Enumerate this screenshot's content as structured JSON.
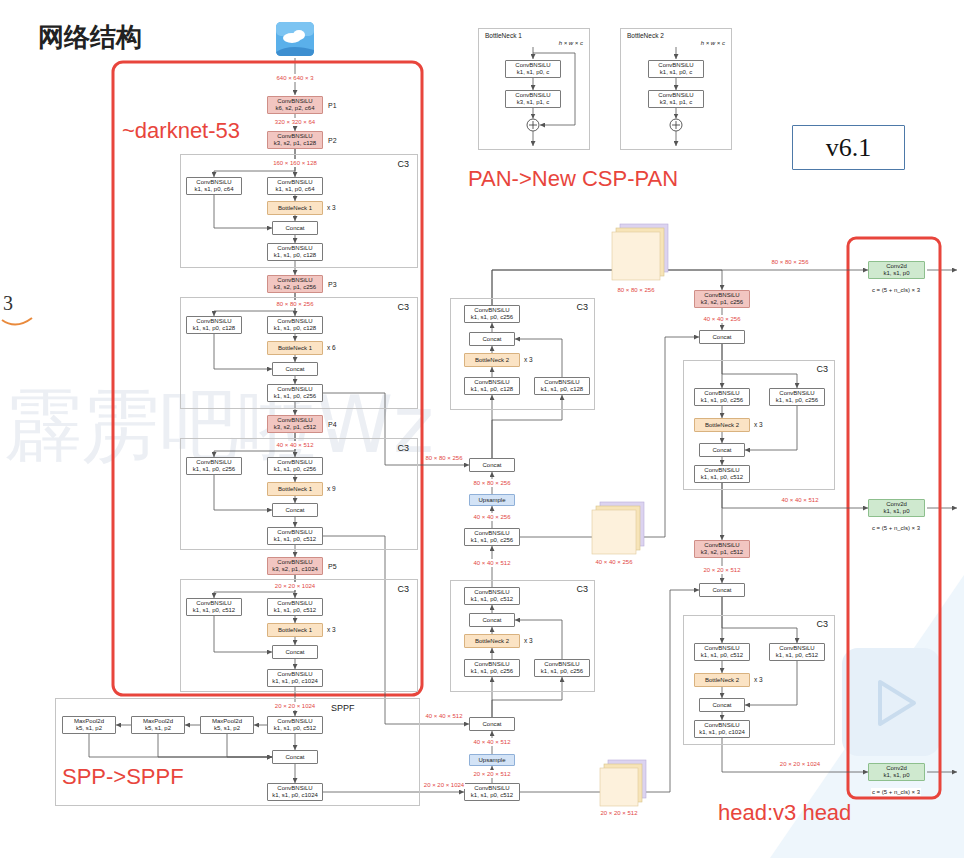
{
  "diagram": {
    "title": "网络结构",
    "nodes": [
      {
        "text": [
          "BottleNeck 1",
          "h × w × c"
        ]
      },
      {
        "text": [
          "ConvBNSiLU",
          "k1, s1, p0, c"
        ],
        "in": 0
      },
      {
        "text": [
          "ConvBNSiLU",
          "k3, s1, p1, c"
        ],
        "in": 0
      },
      {
        "text": [
          "BottleNeck 2",
          "h × w × c"
        ]
      },
      {
        "text": [
          "ConvBNSiLU",
          "k1, s1, p0, c"
        ],
        "in": 3
      },
      {
        "text": [
          "ConvBNSiLU",
          "k3, s1, p1, c"
        ],
        "in": 3
      },
      {
        "text": [
          "v6.1"
        ]
      },
      {
        "text": [
          "ConvBNSiLU",
          "k6, s2, p2, c64"
        ]
      },
      {
        "text": [
          "ConvBNSiLU",
          "k3, s2, p1, c128"
        ]
      },
      {
        "text": [
          "C3"
        ]
      },
      {
        "text": [
          "ConvBNSiLU",
          "k1, s1, p0, c64"
        ],
        "in": 9
      },
      {
        "text": [
          "ConvBNSiLU",
          "k1, s1, p0, c64"
        ],
        "in": 9
      },
      {
        "text": [
          "BottleNeck 1"
        ],
        "in": 9
      },
      {
        "text": [
          "Concat"
        ],
        "in": 9
      },
      {
        "text": [
          "ConvBNSiLU",
          "k1, s1, p0, c128"
        ],
        "in": 9
      },
      {
        "text": [
          "ConvBNSiLU",
          "k3, s2, p1, c256"
        ]
      },
      {
        "text": [
          "C3"
        ]
      },
      {
        "text": [
          "ConvBNSiLU",
          "k1, s1, p0, c128"
        ],
        "in": 16
      },
      {
        "text": [
          "ConvBNSiLU",
          "k1, s1, p0, c128"
        ],
        "in": 16
      },
      {
        "text": [
          "BottleNeck 1"
        ],
        "in": 16
      },
      {
        "text": [
          "Concat"
        ],
        "in": 16
      },
      {
        "text": [
          "ConvBNSiLU",
          "k1, s1, p0, c256"
        ],
        "in": 16
      },
      {
        "text": [
          "ConvBNSiLU",
          "k3, s2, p1, c512"
        ]
      },
      {
        "text": [
          "C3"
        ]
      },
      {
        "text": [
          "ConvBNSiLU",
          "k1, s1, p0, c256"
        ],
        "in": 23
      },
      {
        "text": [
          "ConvBNSiLU",
          "k1, s1, p0, c256"
        ],
        "in": 23
      },
      {
        "text": [
          "BottleNeck 1"
        ],
        "in": 23
      },
      {
        "text": [
          "Concat"
        ],
        "in": 23
      },
      {
        "text": [
          "ConvBNSiLU",
          "k1, s1, p0, c512"
        ],
        "in": 23
      },
      {
        "text": [
          "ConvBNSiLU",
          "k3, s2, p1, c1024"
        ]
      },
      {
        "text": [
          "C3"
        ]
      },
      {
        "text": [
          "ConvBNSiLU",
          "k1, s1, p0, c512"
        ],
        "in": 30
      },
      {
        "text": [
          "ConvBNSiLU",
          "k1, s1, p0, c512"
        ],
        "in": 30
      },
      {
        "text": [
          "BottleNeck 1"
        ],
        "in": 30
      },
      {
        "text": [
          "Concat"
        ],
        "in": 30
      },
      {
        "text": [
          "ConvBNSiLU",
          "k1, s1, p0, c1024"
        ],
        "in": 30
      },
      {
        "text": [
          "SPPF"
        ]
      },
      {
        "text": [
          "MaxPool2d",
          "k5, s1, p2"
        ],
        "in": 36
      },
      {
        "text": [
          "MaxPool2d",
          "k5, s1, p2"
        ],
        "in": 36
      },
      {
        "text": [
          "MaxPool2d",
          "k5, s1, p2"
        ],
        "in": 36
      },
      {
        "text": [
          "ConvBNSiLU",
          "k1, s1, p0, c512"
        ],
        "in": 36
      },
      {
        "text": [
          "Concat"
        ],
        "in": 36
      },
      {
        "text": [
          "ConvBNSiLU",
          "k1, s1, p0, c1024"
        ],
        "in": 36
      },
      {
        "text": [
          "C3"
        ]
      },
      {
        "text": [
          "ConvBNSiLU",
          "k1, s1, p0, c256"
        ],
        "in": 43
      },
      {
        "text": [
          "Concat"
        ],
        "in": 43
      },
      {
        "text": [
          "BottleNeck 2"
        ],
        "in": 43
      },
      {
        "text": [
          "ConvBNSiLU",
          "k1, s1, p0, c128"
        ],
        "in": 43
      },
      {
        "text": [
          "ConvBNSiLU",
          "k1, s1, p0, c128"
        ],
        "in": 43
      },
      {
        "text": [
          "Concat"
        ]
      },
      {
        "text": [
          "Upsample"
        ]
      },
      {
        "text": [
          "ConvBNSiLU",
          "k1, s1, p0, c256"
        ]
      },
      {
        "text": [
          "C3"
        ]
      },
      {
        "text": [
          "ConvBNSiLU",
          "k1, s1, p0, c512"
        ],
        "in": 52
      },
      {
        "text": [
          "Concat"
        ],
        "in": 52
      },
      {
        "text": [
          "BottleNeck 2"
        ],
        "in": 52
      },
      {
        "text": [
          "ConvBNSiLU",
          "k1, s1, p0, c256"
        ],
        "in": 52
      },
      {
        "text": [
          "ConvBNSiLU",
          "k1, s1, p0, c256"
        ],
        "in": 52
      },
      {
        "text": [
          "Concat"
        ]
      },
      {
        "text": [
          "Upsample"
        ]
      },
      {
        "text": [
          "ConvBNSiLU",
          "k1, s1, p0, c512"
        ]
      },
      {
        "text": [
          "ConvBNSiLU",
          "k3, s2, p1, c256"
        ]
      },
      {
        "text": [
          "Concat"
        ]
      },
      {
        "text": [
          "C3"
        ]
      },
      {
        "text": [
          "ConvBNSiLU",
          "k1, s1, p0, c256"
        ],
        "in": 63
      },
      {
        "text": [
          "ConvBNSiLU",
          "k1, s1, p0, c256"
        ],
        "in": 63
      },
      {
        "text": [
          "BottleNeck 2"
        ],
        "in": 63
      },
      {
        "text": [
          "Concat"
        ],
        "in": 63
      },
      {
        "text": [
          "ConvBNSiLU",
          "k1, s1, p0, c512"
        ],
        "in": 63
      },
      {
        "text": [
          "ConvBNSiLU",
          "k3, s2, p1, c512"
        ]
      },
      {
        "text": [
          "Concat"
        ]
      },
      {
        "text": [
          "C3"
        ]
      },
      {
        "text": [
          "ConvBNSiLU",
          "k1, s1, p0, c512"
        ],
        "in": 71
      },
      {
        "text": [
          "ConvBNSiLU",
          "k1, s1, p0, c512"
        ],
        "in": 71
      },
      {
        "text": [
          "BottleNeck 2"
        ],
        "in": 71
      },
      {
        "text": [
          "Concat"
        ],
        "in": 71
      },
      {
        "text": [
          "ConvBNSiLU",
          "k1, s1, p0, c1024"
        ],
        "in": 71
      },
      {
        "text": [
          "Conv2d",
          "k1, s1, p0"
        ]
      },
      {
        "text": [
          "Conv2d",
          "k1, s1, p0"
        ]
      },
      {
        "text": [
          "Conv2d",
          "k1, s1, p0"
        ]
      }
    ],
    "edges": [
      {
        "from": 1,
        "to": 2,
        "arrow": "to"
      },
      {
        "from": 4,
        "to": 5,
        "arrow": "to"
      },
      {
        "from": 7,
        "to": 8,
        "arrow": "to"
      },
      {
        "from": 8,
        "to": 10,
        "arrow": "to"
      },
      {
        "from": 8,
        "to": 11,
        "arrow": "to"
      },
      {
        "from": 10,
        "to": 13,
        "arrow": "to"
      },
      {
        "from": 11,
        "to": 12,
        "arrow": "to"
      },
      {
        "from": 12,
        "to": 13,
        "arrow": "to"
      },
      {
        "from": 13,
        "to": 14,
        "arrow": "to"
      },
      {
        "from": 14,
        "to": 15,
        "arrow": "to"
      },
      {
        "from": 15,
        "to": 17,
        "arrow": "to"
      },
      {
        "from": 15,
        "to": 18,
        "arrow": "to"
      },
      {
        "from": 17,
        "to": 20,
        "arrow": "to"
      },
      {
        "from": 18,
        "to": 19,
        "arrow": "to"
      },
      {
        "from": 19,
        "to": 20,
        "arrow": "to"
      },
      {
        "from": 20,
        "to": 21,
        "arrow": "to"
      },
      {
        "from": 21,
        "to": 22,
        "arrow": "to"
      },
      {
        "from": 21,
        "to": 49,
        "arrow": "to"
      },
      {
        "from": 22,
        "to": 24,
        "arrow": "to"
      },
      {
        "from": 22,
        "to": 25,
        "arrow": "to"
      },
      {
        "from": 24,
        "to": 27,
        "arrow": "to"
      },
      {
        "from": 25,
        "to": 26,
        "arrow": "to"
      },
      {
        "from": 26,
        "to": 27,
        "arrow": "to"
      },
      {
        "from": 27,
        "to": 28,
        "arrow": "to"
      },
      {
        "from": 28,
        "to": 29,
        "arrow": "to"
      },
      {
        "from": 28,
        "to": 58,
        "arrow": "to"
      },
      {
        "from": 29,
        "to": 31,
        "arrow": "to"
      },
      {
        "from": 29,
        "to": 32,
        "arrow": "to"
      },
      {
        "from": 31,
        "to": 34,
        "arrow": "to"
      },
      {
        "from": 32,
        "to": 33,
        "arrow": "to"
      },
      {
        "from": 33,
        "to": 34,
        "arrow": "to"
      },
      {
        "from": 34,
        "to": 35,
        "arrow": "to"
      },
      {
        "from": 35,
        "to": 40,
        "arrow": "to"
      },
      {
        "from": 40,
        "to": 39,
        "arrow": "to"
      },
      {
        "from": 39,
        "to": 38,
        "arrow": "to"
      },
      {
        "from": 38,
        "to": 37,
        "arrow": "to"
      },
      {
        "from": 40,
        "to": 41,
        "arrow": "to"
      },
      {
        "from": 39,
        "to": 41,
        "arrow": "to"
      },
      {
        "from": 38,
        "to": 41,
        "arrow": "to"
      },
      {
        "from": 37,
        "to": 41,
        "arrow": "to"
      },
      {
        "from": 41,
        "to": 42,
        "arrow": "to"
      },
      {
        "from": 42,
        "to": 60,
        "arrow": "to"
      },
      {
        "from": 60,
        "to": 59,
        "arrow": "to"
      },
      {
        "from": 59,
        "to": 58,
        "arrow": "to"
      },
      {
        "from": 58,
        "to": 56,
        "arrow": "to"
      },
      {
        "from": 58,
        "to": 57,
        "arrow": "to"
      },
      {
        "from": 56,
        "to": 55,
        "arrow": "to"
      },
      {
        "from": 55,
        "to": 54,
        "arrow": "to"
      },
      {
        "from": 57,
        "to": 54,
        "arrow": "to"
      },
      {
        "from": 54,
        "to": 53,
        "arrow": "to"
      },
      {
        "from": 53,
        "to": 51,
        "arrow": "to"
      },
      {
        "from": 51,
        "to": 50,
        "arrow": "to"
      },
      {
        "from": 51,
        "to": 62,
        "arrow": "to"
      },
      {
        "from": 50,
        "to": 49,
        "arrow": "to"
      },
      {
        "from": 49,
        "to": 47,
        "arrow": "to"
      },
      {
        "from": 49,
        "to": 48,
        "arrow": "to"
      },
      {
        "from": 47,
        "to": 46,
        "arrow": "to"
      },
      {
        "from": 46,
        "to": 45,
        "arrow": "to"
      },
      {
        "from": 48,
        "to": 45,
        "arrow": "to"
      },
      {
        "from": 45,
        "to": 44,
        "arrow": "to"
      },
      {
        "from": 44,
        "to": 61,
        "arrow": "to"
      },
      {
        "from": 44,
        "to": 77,
        "arrow": "to"
      },
      {
        "from": 61,
        "to": 62,
        "arrow": "to"
      },
      {
        "from": 62,
        "to": 64,
        "arrow": "to"
      },
      {
        "from": 62,
        "to": 65,
        "arrow": "to"
      },
      {
        "from": 64,
        "to": 66,
        "arrow": "to"
      },
      {
        "from": 66,
        "to": 67,
        "arrow": "to"
      },
      {
        "from": 65,
        "to": 67,
        "arrow": "to"
      },
      {
        "from": 67,
        "to": 68,
        "arrow": "to"
      },
      {
        "from": 68,
        "to": 78,
        "arrow": "to"
      },
      {
        "from": 68,
        "to": 69,
        "arrow": "to"
      },
      {
        "from": 69,
        "to": 70,
        "arrow": "to"
      },
      {
        "from": 60,
        "to": 70,
        "arrow": "to"
      },
      {
        "from": 70,
        "to": 72,
        "arrow": "to"
      },
      {
        "from": 70,
        "to": 73,
        "arrow": "to"
      },
      {
        "from": 72,
        "to": 74,
        "arrow": "to"
      },
      {
        "from": 74,
        "to": 75,
        "arrow": "to"
      },
      {
        "from": 73,
        "to": 75,
        "arrow": "to"
      },
      {
        "from": 75,
        "to": 76,
        "arrow": "to"
      },
      {
        "from": 76,
        "to": 79,
        "arrow": "to"
      }
    ],
    "labels": [
      "640 × 640 × 3",
      "P1",
      "320 × 320 × 64",
      "P2",
      "160 × 160 × 128",
      "x 3",
      "P3",
      "80 × 80 × 256",
      "x 6",
      "P4",
      "40 × 40 × 512",
      "x 9",
      "P5",
      "20 × 20 × 1024",
      "x 3",
      "20 × 20 × 1024",
      "80 × 80 × 256",
      "40 × 40 × 512",
      "20 × 20 × 1024",
      "20 × 20 × 512",
      "40 × 40 × 512",
      "x 3",
      "40 × 40 × 512",
      "40 × 40 × 256",
      "80 × 80 × 256",
      "x 3",
      "80 × 80 × 256",
      "40 × 40 × 256",
      "20 × 20 × 512",
      "40 × 40 × 256",
      "x 3",
      "40 × 40 × 512",
      "20 × 20 × 512",
      "x 3",
      "80 × 80 × 256",
      "20 × 20 × 1024",
      "c = (5 + n_cls) × 3",
      "c = (5 + n_cls) × 3",
      "c = (5 + n_cls) × 3",
      "~darknet-53",
      "PAN->New CSP-PAN",
      "SPP->SPPF",
      "head:v3 head",
      "3",
      "霹雳吧啦Wz"
    ]
  }
}
